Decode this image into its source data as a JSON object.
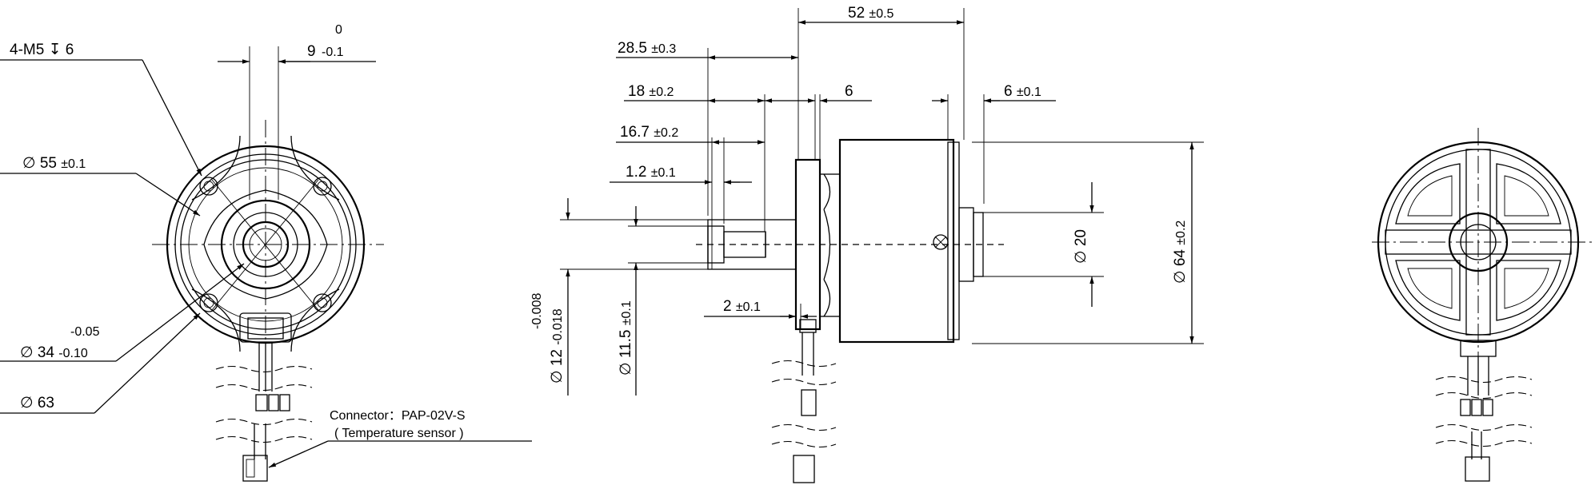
{
  "front_view": {
    "thread_spec": "4-M5",
    "thread_depth": "6",
    "key_width": "9",
    "key_width_tol_upper": "0",
    "key_width_tol_lower": "-0.1",
    "pcd": "55",
    "pcd_tol": "±0.1",
    "pilot_dia": "34",
    "pilot_tol_upper": "-0.05",
    "pilot_tol_lower": "-0.10",
    "outer_dia": "63",
    "connector": "Connector：PAP-02V-S",
    "connector_note": "( Temperature sensor )"
  },
  "side_view": {
    "overall_length": "52",
    "overall_length_tol": "±0.5",
    "shaft_length": "28.5",
    "shaft_length_tol": "±0.3",
    "dim_18": "18",
    "dim_18_tol": "±0.2",
    "dim_6": "6",
    "dim_16_7": "16.7",
    "dim_16_7_tol": "±0.2",
    "dim_1_2": "1.2",
    "dim_1_2_tol": "±0.1",
    "dim_6_rear": "6",
    "dim_6_rear_tol": "±0.1",
    "dim_2": "2",
    "dim_2_tol": "±0.1",
    "shaft_dia": "12",
    "shaft_dia_tol_upper": "-0.008",
    "shaft_dia_tol_lower": "-0.018",
    "groove_dia": "11.5",
    "groove_dia_tol": "±0.1",
    "boss_dia": "20",
    "body_dia": "64",
    "body_dia_tol": "±0.2"
  },
  "symbols": {
    "diameter": "∅",
    "depth": "↧"
  }
}
